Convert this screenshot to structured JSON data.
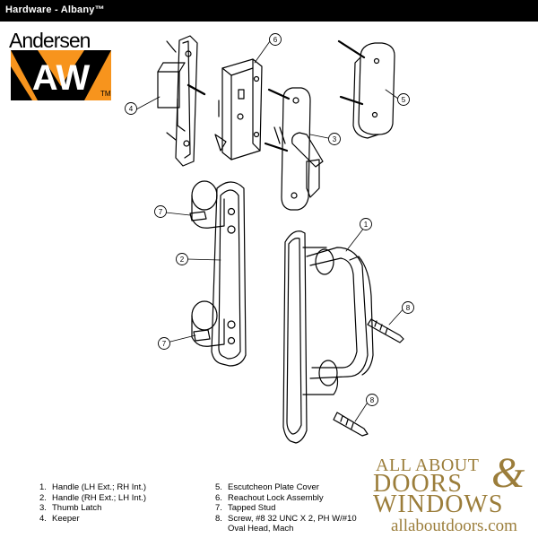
{
  "header": {
    "title": "Hardware - Albany™"
  },
  "logo": {
    "wordmark": "Andersen",
    "monogram": "AW",
    "tm": "TM",
    "colors": {
      "orange": "#f7941d",
      "black": "#000000"
    }
  },
  "callouts": {
    "c1": "1",
    "c2": "2",
    "c3": "3",
    "c4": "4",
    "c5": "5",
    "c6": "6",
    "c7a": "7",
    "c7b": "7",
    "c8a": "8",
    "c8b": "8"
  },
  "legend": {
    "left": [
      {
        "num": "1.",
        "text": "Handle (LH Ext.; RH Int.)"
      },
      {
        "num": "2.",
        "text": "Handle (RH Ext.; LH Int.)"
      },
      {
        "num": "3.",
        "text": "Thumb Latch"
      },
      {
        "num": "4.",
        "text": "Keeper"
      }
    ],
    "right": [
      {
        "num": "5.",
        "text": "Escutcheon Plate Cover"
      },
      {
        "num": "6.",
        "text": "Reachout Lock Assembly"
      },
      {
        "num": "7.",
        "text": "Tapped Stud"
      },
      {
        "num": "8.",
        "text": "Screw, #8 32 UNC X 2, PH  W/#10"
      },
      {
        "num": "",
        "text": "Oval Head, Mach"
      }
    ]
  },
  "watermark": {
    "line1": "ALL ABOUT",
    "ampersand": "&",
    "line2": "DOORS",
    "line3": "WINDOWS",
    "url": "allaboutdoors.com",
    "color": "#9b7d3a"
  }
}
